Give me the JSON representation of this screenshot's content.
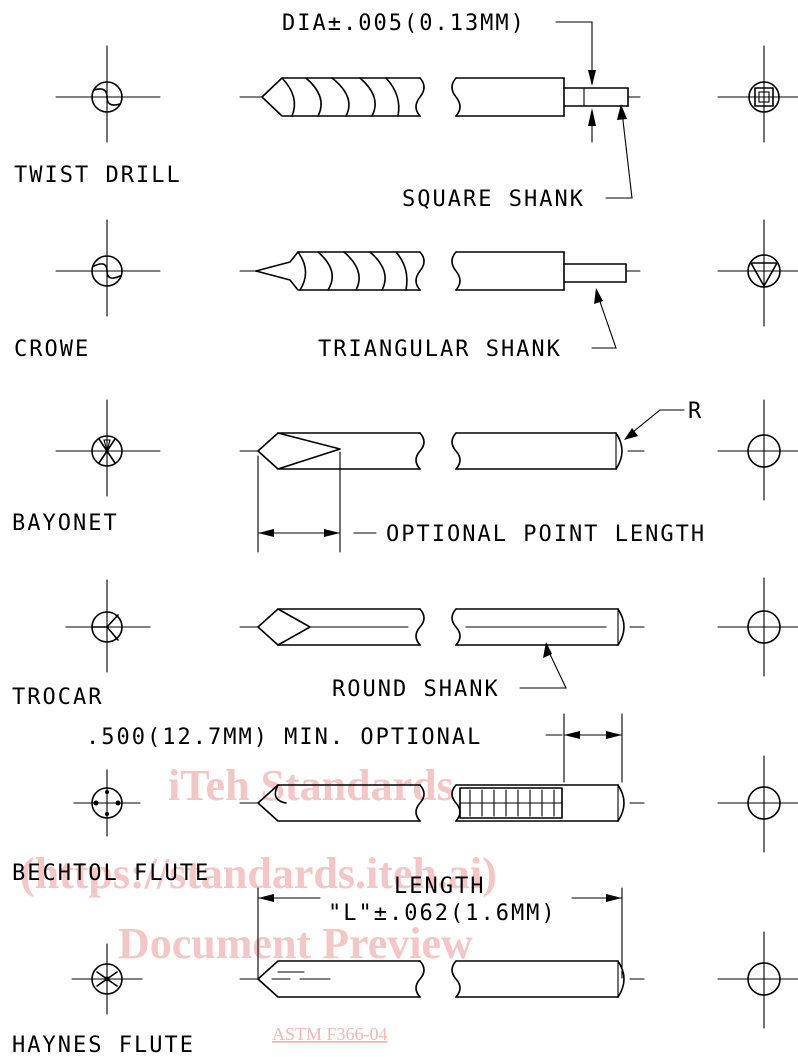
{
  "labels": {
    "dia_tolerance": "DIA±.005(0.13MM)",
    "twist_drill": "TWIST DRILL",
    "square_shank": "SQUARE SHANK",
    "crowe": "CROWE",
    "triangular_shank": "TRIANGULAR SHANK",
    "radius": "R",
    "bayonet": "BAYONET",
    "optional_point_length": "OPTIONAL POINT LENGTH",
    "trocar": "TROCAR",
    "round_shank": "ROUND SHANK",
    "min_optional": ".500(12.7MM) MIN. OPTIONAL",
    "bechtol_flute": "BECHTOL FLUTE",
    "length": "LENGTH",
    "length_tolerance": "\"L\"±.062(1.6MM)",
    "haynes_flute": "HAYNES FLUTE"
  },
  "watermark": {
    "line1": "iTeh Standards",
    "line2": "(https://standards.iteh.ai)",
    "line3": "Document Preview",
    "code": "ASTM F366-04"
  }
}
